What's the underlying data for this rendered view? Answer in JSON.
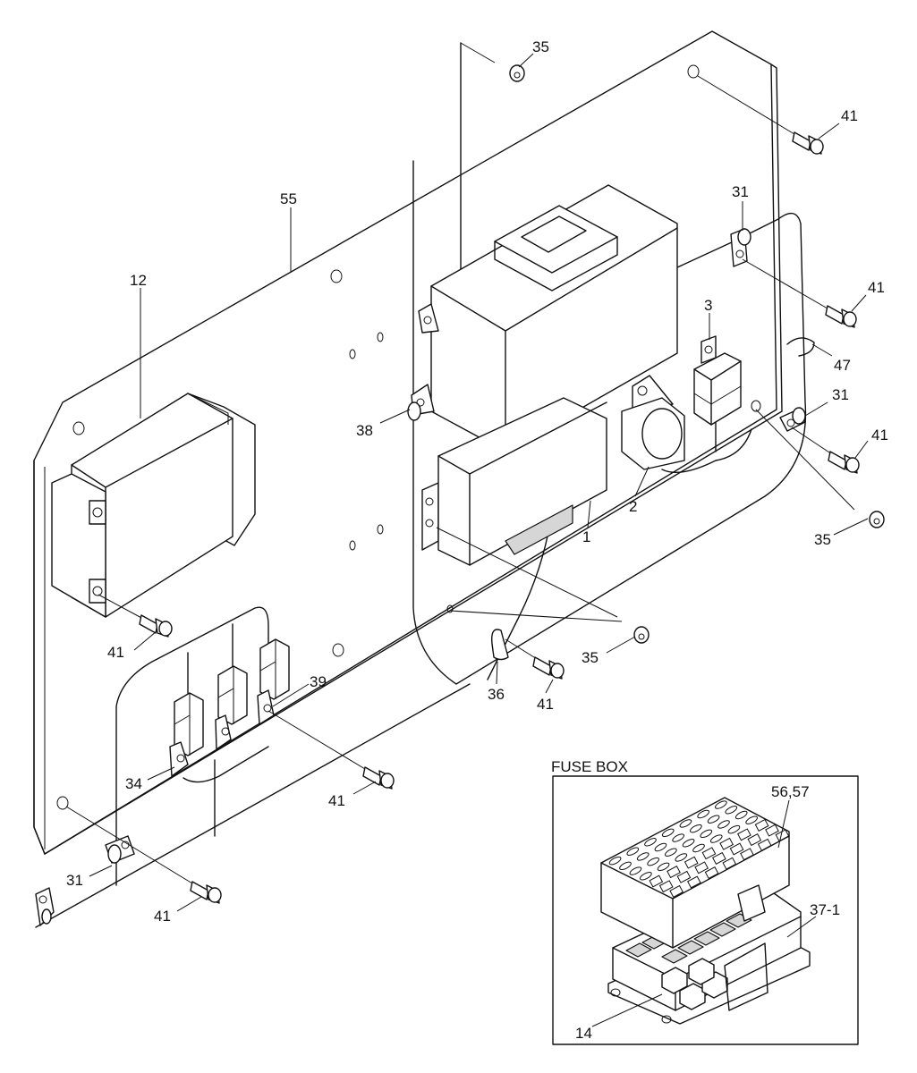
{
  "fuse_box": {
    "title": "FUSE BOX"
  },
  "callouts": {
    "c12": "12",
    "c55": "55",
    "c35_top": "35",
    "c41_top": "41",
    "c31_right_top": "31",
    "c41_right_1": "41",
    "c3": "3",
    "c47": "47",
    "c31_right_mid": "31",
    "c41_right_2": "41",
    "c38": "38",
    "c2": "2",
    "c1": "1",
    "c35_right": "35",
    "c41_left": "41",
    "c35_mid": "35",
    "c36": "36",
    "c41_mid": "41",
    "c39": "39",
    "c34": "34",
    "c41_bottom": "41",
    "c31_left": "31",
    "c41_bottom_left": "41",
    "c56_57": "56,57",
    "c37_1": "37-1",
    "c14": "14"
  }
}
